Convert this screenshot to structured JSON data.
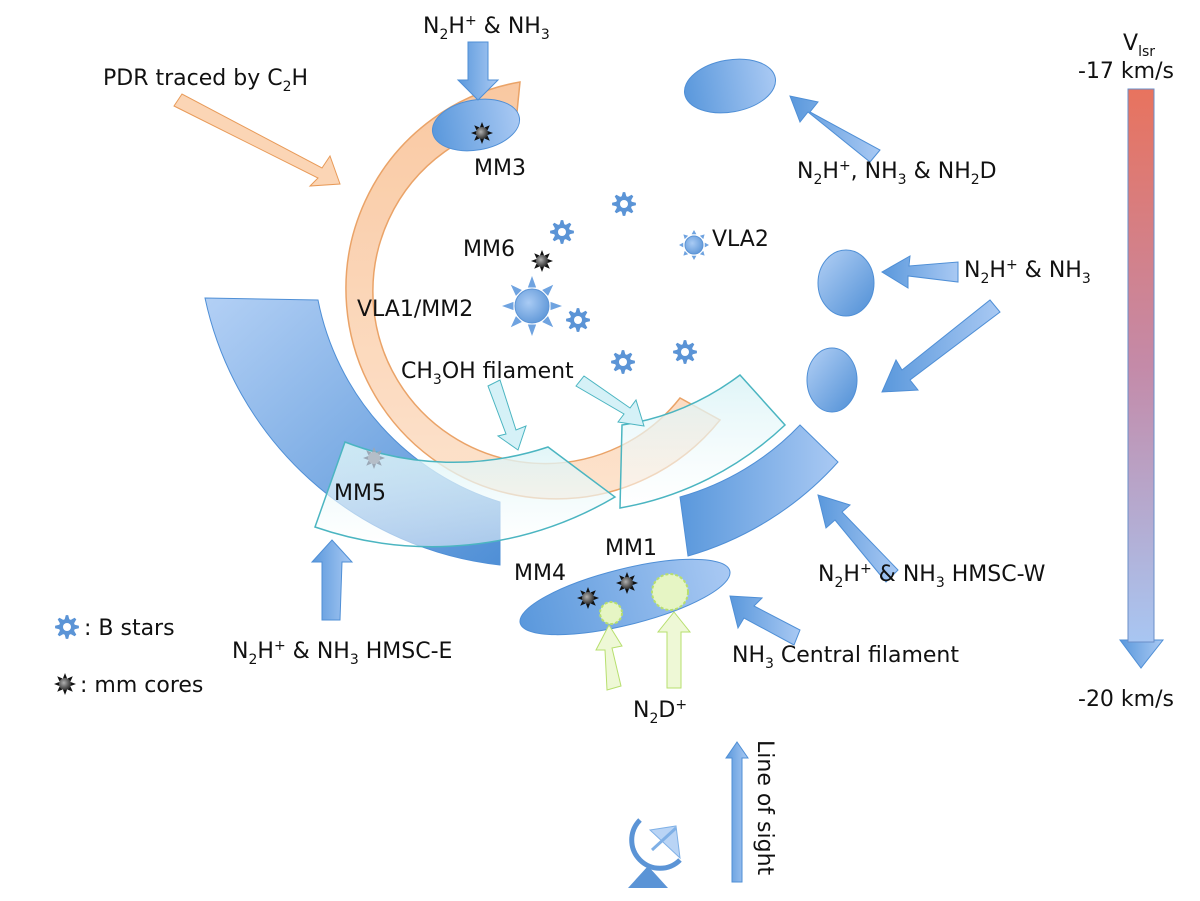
{
  "labels": {
    "top_tracer": {
      "parts": [
        [
          "N",
          "base"
        ],
        [
          "2",
          "sub"
        ],
        [
          "H",
          "base"
        ],
        [
          "+",
          "sup"
        ],
        [
          " & NH",
          "base"
        ],
        [
          "3",
          "sub"
        ]
      ]
    },
    "pdr": {
      "parts": [
        [
          "PDR traced by C",
          "base"
        ],
        [
          "2",
          "sub"
        ],
        [
          "H",
          "base"
        ]
      ]
    },
    "mm3": {
      "parts": [
        [
          "MM3",
          "base"
        ]
      ]
    },
    "top_right_tracer": {
      "parts": [
        [
          "N",
          "base"
        ],
        [
          "2",
          "sub"
        ],
        [
          "H",
          "base"
        ],
        [
          "+",
          "sup"
        ],
        [
          ", NH",
          "base"
        ],
        [
          "3",
          "sub"
        ],
        [
          " & NH",
          "base"
        ],
        [
          "2",
          "sub"
        ],
        [
          "D",
          "base"
        ]
      ]
    },
    "mid_right_tracer": {
      "parts": [
        [
          "N",
          "base"
        ],
        [
          "2",
          "sub"
        ],
        [
          "H",
          "base"
        ],
        [
          "+",
          "sup"
        ],
        [
          " & NH",
          "base"
        ],
        [
          "3",
          "sub"
        ]
      ]
    },
    "mm6": {
      "parts": [
        [
          "MM6",
          "base"
        ]
      ]
    },
    "vla2": {
      "parts": [
        [
          "VLA2",
          "base"
        ]
      ]
    },
    "vla1": {
      "parts": [
        [
          "VLA1/MM2",
          "base"
        ]
      ]
    },
    "ch3oh": {
      "parts": [
        [
          "CH",
          "base"
        ],
        [
          "3",
          "sub"
        ],
        [
          "OH filament",
          "base"
        ]
      ]
    },
    "mm5": {
      "parts": [
        [
          "MM5",
          "base"
        ]
      ]
    },
    "mm1": {
      "parts": [
        [
          "MM1",
          "base"
        ]
      ]
    },
    "mm4": {
      "parts": [
        [
          "MM4",
          "base"
        ]
      ]
    },
    "hmsc_w": {
      "parts": [
        [
          "N",
          "base"
        ],
        [
          "2",
          "sub"
        ],
        [
          "H",
          "base"
        ],
        [
          "+",
          "sup"
        ],
        [
          " & NH",
          "base"
        ],
        [
          "3",
          "sub"
        ],
        [
          " HMSC-W",
          "base"
        ]
      ]
    },
    "hmsc_e": {
      "parts": [
        [
          "N",
          "base"
        ],
        [
          "2",
          "sub"
        ],
        [
          "H",
          "base"
        ],
        [
          "+",
          "sup"
        ],
        [
          " & NH",
          "base"
        ],
        [
          "3",
          "sub"
        ],
        [
          " HMSC-E",
          "base"
        ]
      ]
    },
    "central": {
      "parts": [
        [
          "NH",
          "base"
        ],
        [
          "3",
          "sub"
        ],
        [
          " Central filament",
          "base"
        ]
      ]
    },
    "n2d": {
      "parts": [
        [
          "N",
          "base"
        ],
        [
          "2",
          "sub"
        ],
        [
          "D",
          "base"
        ],
        [
          "+",
          "sup"
        ]
      ]
    }
  },
  "legend": {
    "b_stars": ": B stars",
    "mm_cores": ": mm cores"
  },
  "velocity_bar": {
    "title_base": "V",
    "title_sub": "lsr",
    "top_value": "-17 km/s",
    "bottom_value": "-20 km/s",
    "top_color": "#e8735e",
    "bottom_color": "#a8c6f2"
  },
  "line_of_sight": "Line of sight",
  "colors": {
    "blue": "#5b9bd5",
    "orange": "#f7b582",
    "teal": "#4bb5c1",
    "green": "#c8e88c"
  }
}
